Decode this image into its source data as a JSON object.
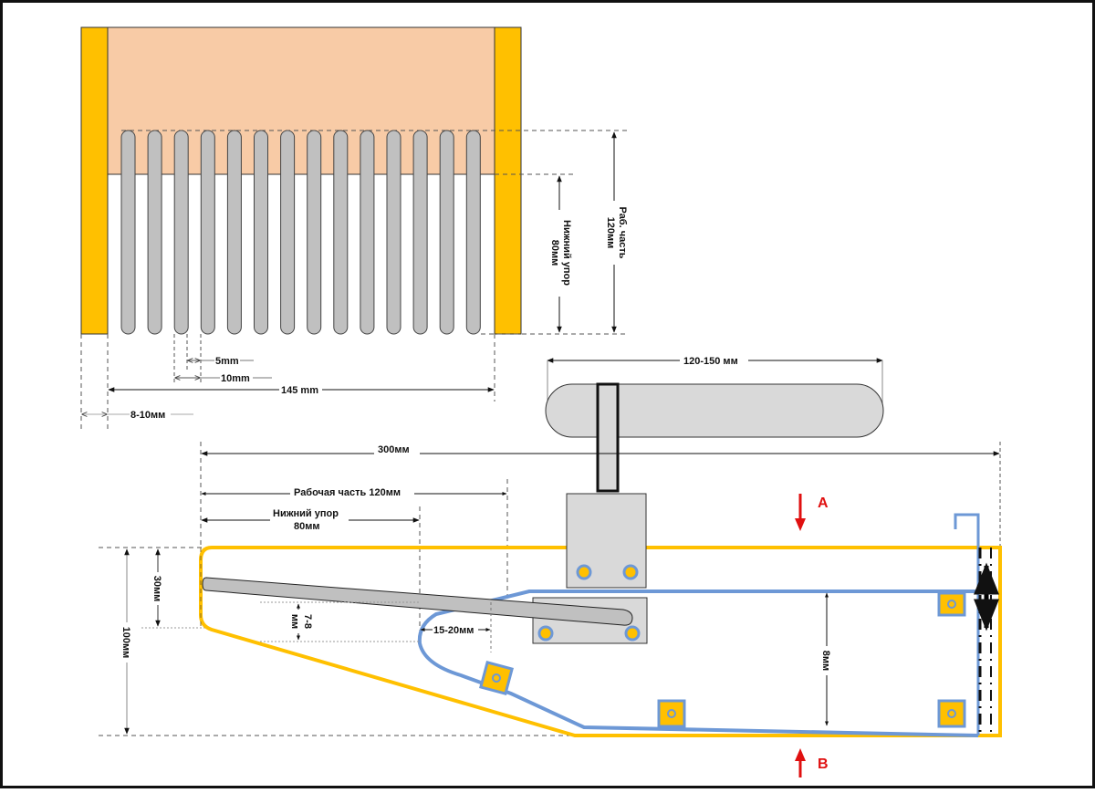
{
  "colors": {
    "frame": "#111111",
    "yellow": "#ffc000",
    "peach": "#f8cba6",
    "gray": "#c0c0c0",
    "light_gray": "#d9d9d9",
    "blue": "#6d98d6",
    "red": "#e01010"
  },
  "comb_view": {
    "teeth_count": 14,
    "labels": {
      "working_part": "Раб. часть",
      "working_part_value": "120мм",
      "lower_stop": "Нижний упор",
      "lower_stop_value": "80мм",
      "gap": "5mm",
      "pitch": "10mm",
      "width": "145 mm",
      "side": "8-10мм"
    }
  },
  "handle": {
    "length_label": "120-150 мм"
  },
  "side_view": {
    "labels": {
      "total_length": "300мм",
      "working_part": "Рабочая часть 120мм",
      "lower_stop_line1": "Нижний упор",
      "lower_stop_line2": "80мм",
      "height_total": "100мм",
      "height_top": "30мм",
      "lever_gap_line1": "7-8",
      "lever_gap_line2": "мм",
      "hook_gap": "15-20мм",
      "inner_height": "8мм",
      "arrow_a": "A",
      "arrow_b": "B"
    }
  }
}
